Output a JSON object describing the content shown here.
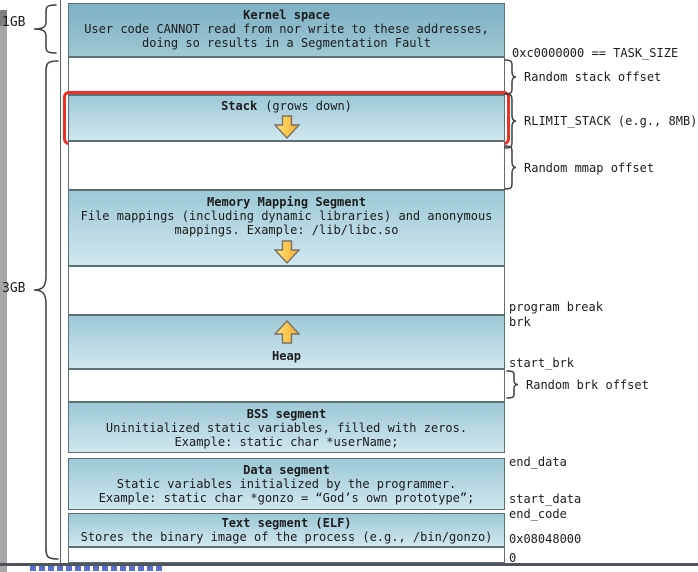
{
  "colors": {
    "segment_fill_top": "#9cc8d7",
    "segment_fill_bottom": "#cfe7ee",
    "kernel_fill": "#7eb1c4",
    "highlight_red": "#ee2f25",
    "arrow_gold": "#fcc84f",
    "border_gray": "#5c7075"
  },
  "left_labels": {
    "top_size": "1GB",
    "bottom_size": "3GB"
  },
  "segments": {
    "kernel": {
      "title": "Kernel space",
      "line1": "User code CANNOT read from nor write to these addresses,",
      "line2": "doing so results in a Segmentation Fault"
    },
    "stack": {
      "title": "Stack",
      "subtitle": "(grows down)"
    },
    "mmap": {
      "title": "Memory Mapping Segment",
      "line1": "File mappings (including dynamic libraries) and anonymous",
      "line2": "mappings. Example: /lib/libc.so"
    },
    "heap": {
      "title": "Heap"
    },
    "bss": {
      "title": "BSS segment",
      "line1": "Uninitialized static variables, filled with zeros.",
      "line2": "Example: static char *userName;"
    },
    "data_seg": {
      "title": "Data segment",
      "line1": "Static variables initialized by the programmer.",
      "line2": "Example: static char *gonzo = “God’s own prototype”;"
    },
    "text_seg": {
      "title": "Text segment (ELF)",
      "line1": "Stores the binary image of the process (e.g., /bin/gonzo)"
    }
  },
  "right_labels": {
    "task_size": "0xc0000000 == TASK_SIZE",
    "random_stack_offset": "Random stack offset",
    "rlimit_stack": "RLIMIT_STACK (e.g., 8MB)",
    "random_mmap_offset": "Random mmap offset",
    "program_break": "program break",
    "brk": "brk",
    "start_brk": "start_brk",
    "random_brk_offset": "Random brk offset",
    "end_data": "end_data",
    "start_data": "start_data",
    "end_code": "end_code",
    "text_start_addr": "0x08048000",
    "zero": "0"
  }
}
